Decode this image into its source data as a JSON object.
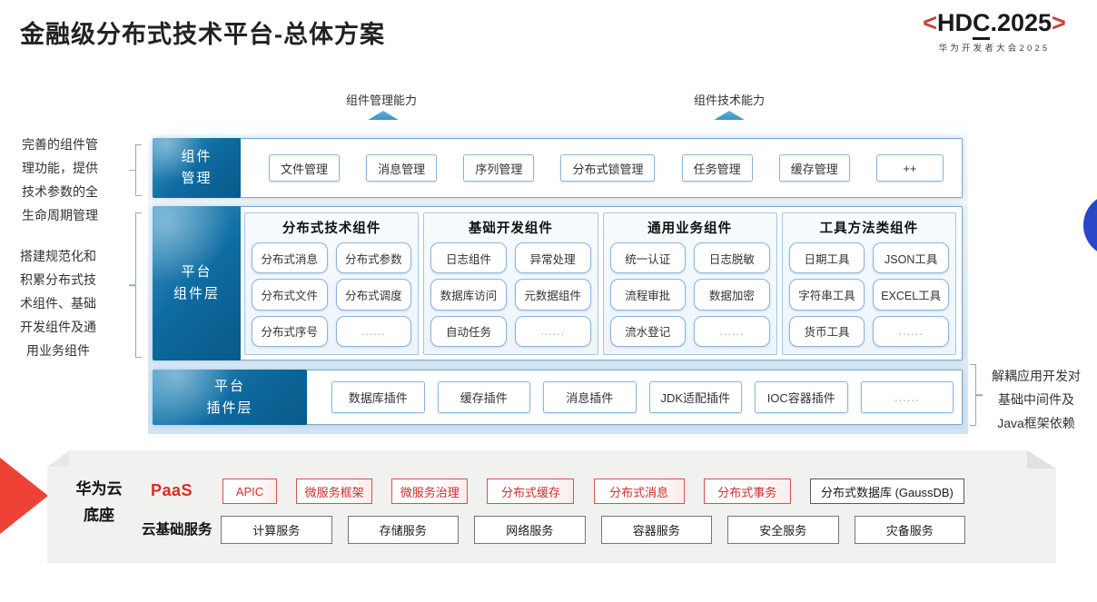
{
  "slide": {
    "title": "金融级分布式技术平台-总体方案"
  },
  "logo": {
    "bracket_left": "<",
    "name_pre": "HD",
    "name_c": "C",
    "name_post": ".2025",
    "bracket_right": ">",
    "subtitle": "华为开发者大会2025"
  },
  "capability_arrows": {
    "left": "组件管理能力",
    "right": "组件技术能力"
  },
  "notes": {
    "left_top": "完善的组件管理功能，提供技术参数的全生命周期管理",
    "left_bottom": "搭建规范化和积累分布式技术组件、基础开发组件及通用业务组件",
    "right": "解耦应用开发对基础中间件及Java框架依赖"
  },
  "platform": {
    "rows": [
      {
        "label_lines": [
          "组件",
          "管理"
        ],
        "items": [
          "文件管理",
          "消息管理",
          "序列管理",
          "分布式锁管理",
          "任务管理",
          "缓存管理",
          "++"
        ]
      },
      {
        "label_lines": [
          "平台",
          "组件层"
        ],
        "groups": [
          {
            "header": "分布式技术组件",
            "items": [
              "分布式消息",
              "分布式参数",
              "分布式文件",
              "分布式调度",
              "分布式序号",
              "......"
            ]
          },
          {
            "header": "基础开发组件",
            "items": [
              "日志组件",
              "异常处理",
              "数据库访问",
              "元数据组件",
              "自动任务",
              "......"
            ]
          },
          {
            "header": "通用业务组件",
            "items": [
              "统一认证",
              "日志脱敏",
              "流程审批",
              "数据加密",
              "流水登记",
              "......"
            ]
          },
          {
            "header": "工具方法类组件",
            "items": [
              "日期工具",
              "JSON工具",
              "字符串工具",
              "EXCEL工具",
              "货币工具",
              "......"
            ]
          }
        ]
      },
      {
        "label_lines": [
          "平台",
          "插件层"
        ],
        "items": [
          "数据库插件",
          "缓存插件",
          "消息插件",
          "JDK适配插件",
          "IOC容器插件",
          "......"
        ]
      }
    ]
  },
  "foundation": {
    "name_lines": [
      "华为云",
      "底座"
    ],
    "paas": {
      "label": "PaaS",
      "items": [
        "APIC",
        "微服务框架",
        "微服务治理",
        "分布式缓存",
        "分布式消息",
        "分布式事务"
      ],
      "db_item": "分布式数据库 (GaussDB)"
    },
    "iaas": {
      "label": "云基础服务",
      "items": [
        "计算服务",
        "存储服务",
        "网络服务",
        "容器服务",
        "安全服务",
        "灾备服务"
      ]
    }
  },
  "colors": {
    "label_blue_dark": "#085a88",
    "label_blue_light": "#3e98c6",
    "arrow_teal": "#1d80ae",
    "logo_red": "#cf3a3a",
    "huawei_red": "#ee4237",
    "red_box_border": "#d85050",
    "circle_blue": "#2946c7"
  }
}
